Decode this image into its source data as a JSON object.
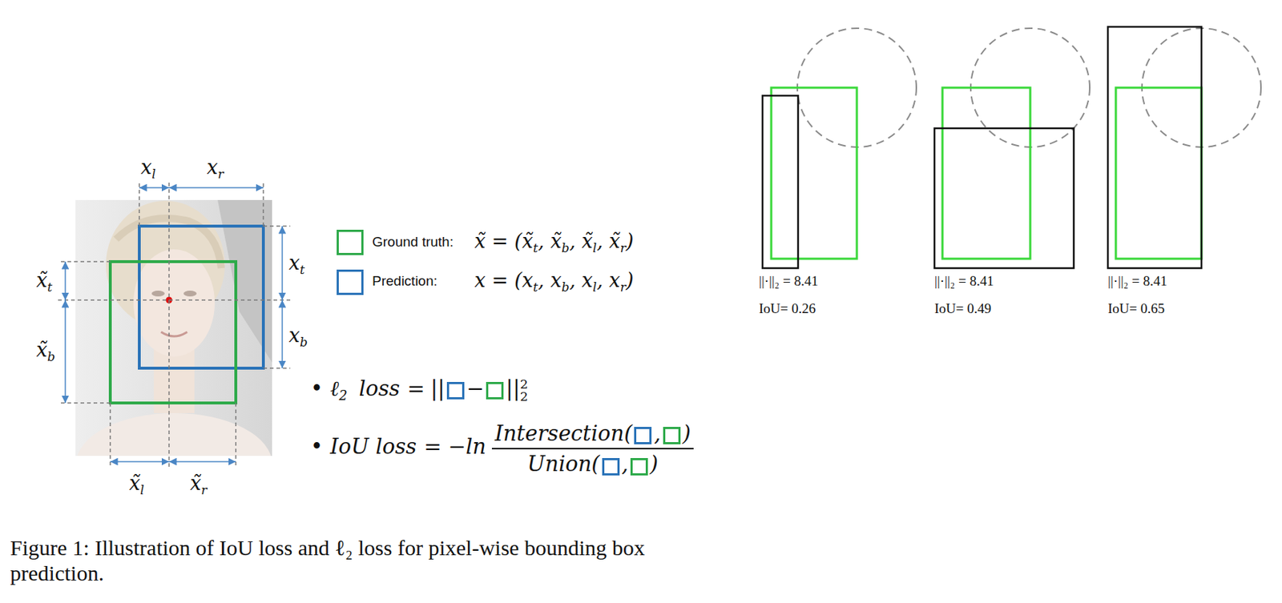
{
  "diagram": {
    "caption": "Figure 1: Illustration of IoU loss and ℓ₂ loss for pixel-wise bounding box prediction.",
    "labels": [
      "x",
      "l",
      "x",
      "r",
      "x̃",
      "t",
      "x",
      "t",
      "x̃",
      "b",
      "x",
      "b",
      "x̃",
      "l",
      "x̃",
      "r",
      "x̃ = (x̃",
      "t",
      ", x̃",
      "b",
      ", x̃",
      "l",
      ", x̃",
      "r",
      ")",
      "x = (x",
      "t",
      ", x",
      "b",
      ", x",
      "l",
      ", x",
      "r",
      ")",
      "•",
      "ℓ",
      "2",
      "loss",
      "=",
      "||",
      "−",
      "||",
      "2",
      "2",
      "•",
      "IoU loss",
      "= −ln",
      "Intersection(",
      ",",
      ")",
      "Union(",
      ",",
      ")",
      "||·||₂ = 8.41",
      "IoU= 0.26",
      "||·||₂ = 8.41",
      "IoU= 0.49",
      "||·||₂ = 8.41",
      "IoU= 0.65"
    ],
    "legend": [
      {
        "text": "Ground truth:",
        "color": "#2eaa4a"
      },
      {
        "text": "Prediction:",
        "color": "#2a73b8"
      }
    ]
  }
}
